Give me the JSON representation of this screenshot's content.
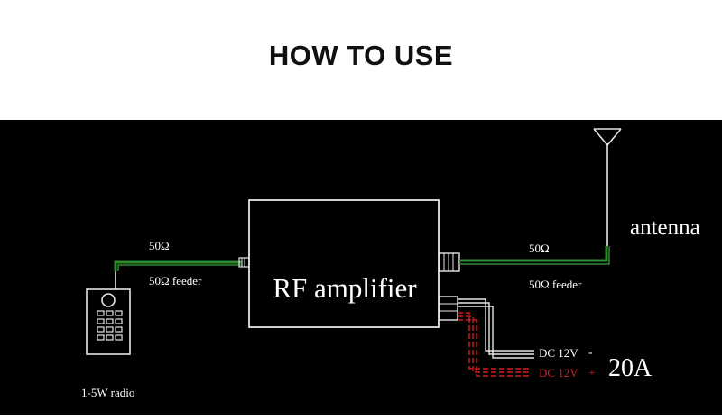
{
  "header": {
    "title": "HOW TO USE"
  },
  "diagram": {
    "amplifier_label": "RF amplifier",
    "antenna_label": "antenna",
    "left_impedance": "50Ω",
    "left_feeder": "50Ω feeder",
    "right_impedance": "50Ω",
    "right_feeder": "50Ω feeder",
    "radio_label": "1-5W radio",
    "dc_negative_label": "DC 12V",
    "dc_negative_sign": "-",
    "dc_positive_label": "DC 12V",
    "dc_positive_sign": "+",
    "current_label": "20A"
  },
  "colors": {
    "background": "#000000",
    "line": "#e6e6e6",
    "feeder": "#2f8a2f",
    "positive": "#d41e1e"
  }
}
